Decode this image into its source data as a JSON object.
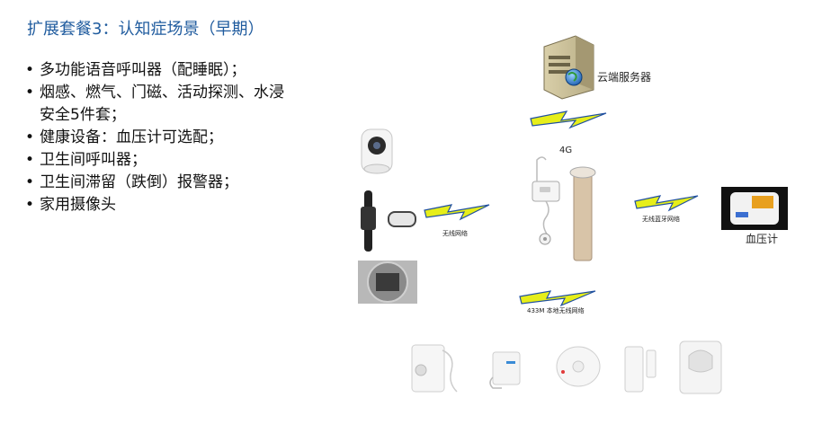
{
  "title": "扩展套餐3：认知症场景（早期）",
  "bullets": [
    "多功能语音呼叫器（配睡眠）；",
    "烟感、燃气、门磁、活动探测、水浸安全5件套；",
    "健康设备：血压计可选配；",
    "卫生间呼叫器；",
    "卫生间滞留（跌倒）报警器；",
    "家用摄像头"
  ],
  "diagram": {
    "server_label": "云端服务器",
    "link_4g_label": "4G",
    "link_wireless_label": "无线网络",
    "link_bluetooth_label": "无线蓝牙网络",
    "link_433_label": "433M 本地无线网络",
    "bp_monitor_label": "血压计"
  },
  "colors": {
    "title": "#1f5b9e",
    "bolt_fill": "#e6ee1a",
    "bolt_stroke": "#1f4fa0"
  }
}
